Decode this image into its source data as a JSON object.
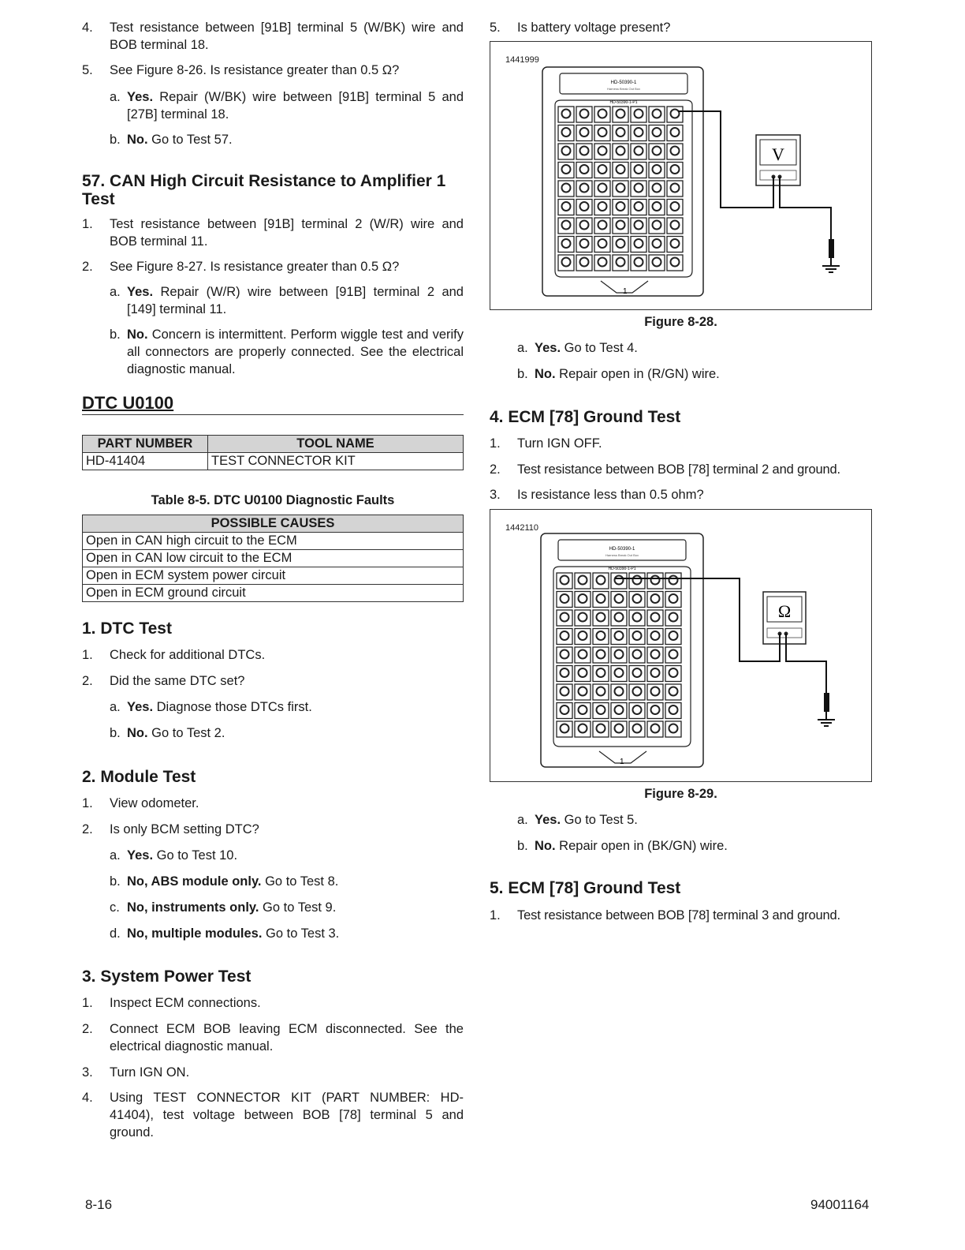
{
  "left": {
    "s4_num": "4.",
    "s4_text": "Test resistance between [91B] terminal 5 (W/BK) wire and BOB terminal 18.",
    "s5_num": "5.",
    "s5_text": "See Figure 8-26. Is resistance greater than 0.5 Ω?",
    "s5a_num": "a.",
    "s5a_bold": "Yes.",
    "s5a_text": " Repair (W/BK) wire between [91B] terminal 5 and [27B] terminal 18.",
    "s5b_num": "b.",
    "s5b_bold": "No.",
    "s5b_text": " Go to Test 57.",
    "h57": "57. CAN High Circuit Resistance to Amplifier 1 Test",
    "t57_1_num": "1.",
    "t57_1": "Test resistance between [91B] terminal 2 (W/R) wire and BOB terminal 11.",
    "t57_2_num": "2.",
    "t57_2": "See Figure 8-27. Is resistance greater than 0.5 Ω?",
    "t57_2a_num": "a.",
    "t57_2a_bold": "Yes.",
    "t57_2a": " Repair (W/R) wire between [91B] terminal 2 and [149] terminal 11.",
    "t57_2b_num": "b.",
    "t57_2b_bold": "No.",
    "t57_2b": " Concern is intermittent. Perform wiggle test and verify all connectors are properly connected. See the electrical diagnostic manual.",
    "dtc_title": "DTC U0100",
    "tools_headers": [
      "PART NUMBER",
      "TOOL NAME"
    ],
    "tools_row": [
      "HD-41404",
      "TEST CONNECTOR KIT"
    ],
    "table_caption": "Table 8-5. DTC U0100 Diagnostic Faults",
    "causes_header": "POSSIBLE CAUSES",
    "causes": [
      "Open in CAN high circuit to the ECM",
      "Open in CAN low circuit to the ECM",
      "Open in ECM system power circuit",
      "Open in ECM ground circuit"
    ],
    "h1": "1. DTC Test",
    "t1_1_num": "1.",
    "t1_1": "Check for additional DTCs.",
    "t1_2_num": "2.",
    "t1_2": "Did the same DTC set?",
    "t1_2a_num": "a.",
    "t1_2a_bold": "Yes.",
    "t1_2a": " Diagnose those DTCs first.",
    "t1_2b_num": "b.",
    "t1_2b_bold": "No.",
    "t1_2b": " Go to Test 2.",
    "h2": "2. Module Test",
    "t2_1_num": "1.",
    "t2_1": "View odometer.",
    "t2_2_num": "2.",
    "t2_2": "Is only BCM setting DTC?",
    "t2_2a_num": "a.",
    "t2_2a_bold": "Yes.",
    "t2_2a": " Go to Test 10.",
    "t2_2b_num": "b.",
    "t2_2b_bold": "No, ABS module only.",
    "t2_2b": " Go to Test 8.",
    "t2_2c_num": "c.",
    "t2_2c_bold": "No, instruments only.",
    "t2_2c": " Go to Test 9.",
    "t2_2d_num": "d.",
    "t2_2d_bold": "No, multiple modules.",
    "t2_2d": " Go to Test 3.",
    "h3": "3. System Power Test",
    "t3_1_num": "1.",
    "t3_1": "Inspect ECM connections.",
    "t3_2_num": "2.",
    "t3_2": "Connect ECM BOB leaving ECM disconnected. See the electrical diagnostic manual.",
    "t3_3_num": "3.",
    "t3_3": "Turn IGN ON.",
    "t3_4_num": "4.",
    "t3_4": "Using TEST CONNECTOR KIT (PART NUMBER: HD-41404), test voltage between BOB [78] terminal 5 and ground."
  },
  "right": {
    "r5_num": "5.",
    "r5": "Is battery voltage present?",
    "fig28_id": "1441999",
    "fig28_caption": "Figure 8-28.",
    "r5a_num": "a.",
    "r5a_bold": "Yes.",
    "r5a": " Go to Test 4.",
    "r5b_num": "b.",
    "r5b_bold": "No.",
    "r5b": " Repair open in (R/GN) wire.",
    "h4": "4. ECM [78] Ground Test",
    "t4_1_num": "1.",
    "t4_1": "Turn IGN OFF.",
    "t4_2_num": "2.",
    "t4_2": "Test resistance between BOB [78] terminal 2 and ground.",
    "t4_3_num": "3.",
    "t4_3": "Is resistance less than 0.5 ohm?",
    "fig29_id": "1442110",
    "fig29_caption": "Figure 8-29.",
    "t4_3a_num": "a.",
    "t4_3a_bold": "Yes.",
    "t4_3a": " Go to Test 5.",
    "t4_3b_num": "b.",
    "t4_3b_bold": "No.",
    "t4_3b": " Repair open in (BK/GN) wire.",
    "h5": "5. ECM [78] Ground Test",
    "t5_1_num": "1.",
    "t5_1": "Test resistance between BOB [78] terminal 3 and ground."
  },
  "figure": {
    "bob_label": "HD-50390-1",
    "bob_sublabel": "Harness Break Out Box",
    "bob_strip": "HD-50390-1-P1",
    "pin1_label": "1",
    "volt_symbol": "V",
    "ohm_symbol": "Ω"
  },
  "footer": {
    "page": "8-16",
    "doc": "94001164"
  }
}
